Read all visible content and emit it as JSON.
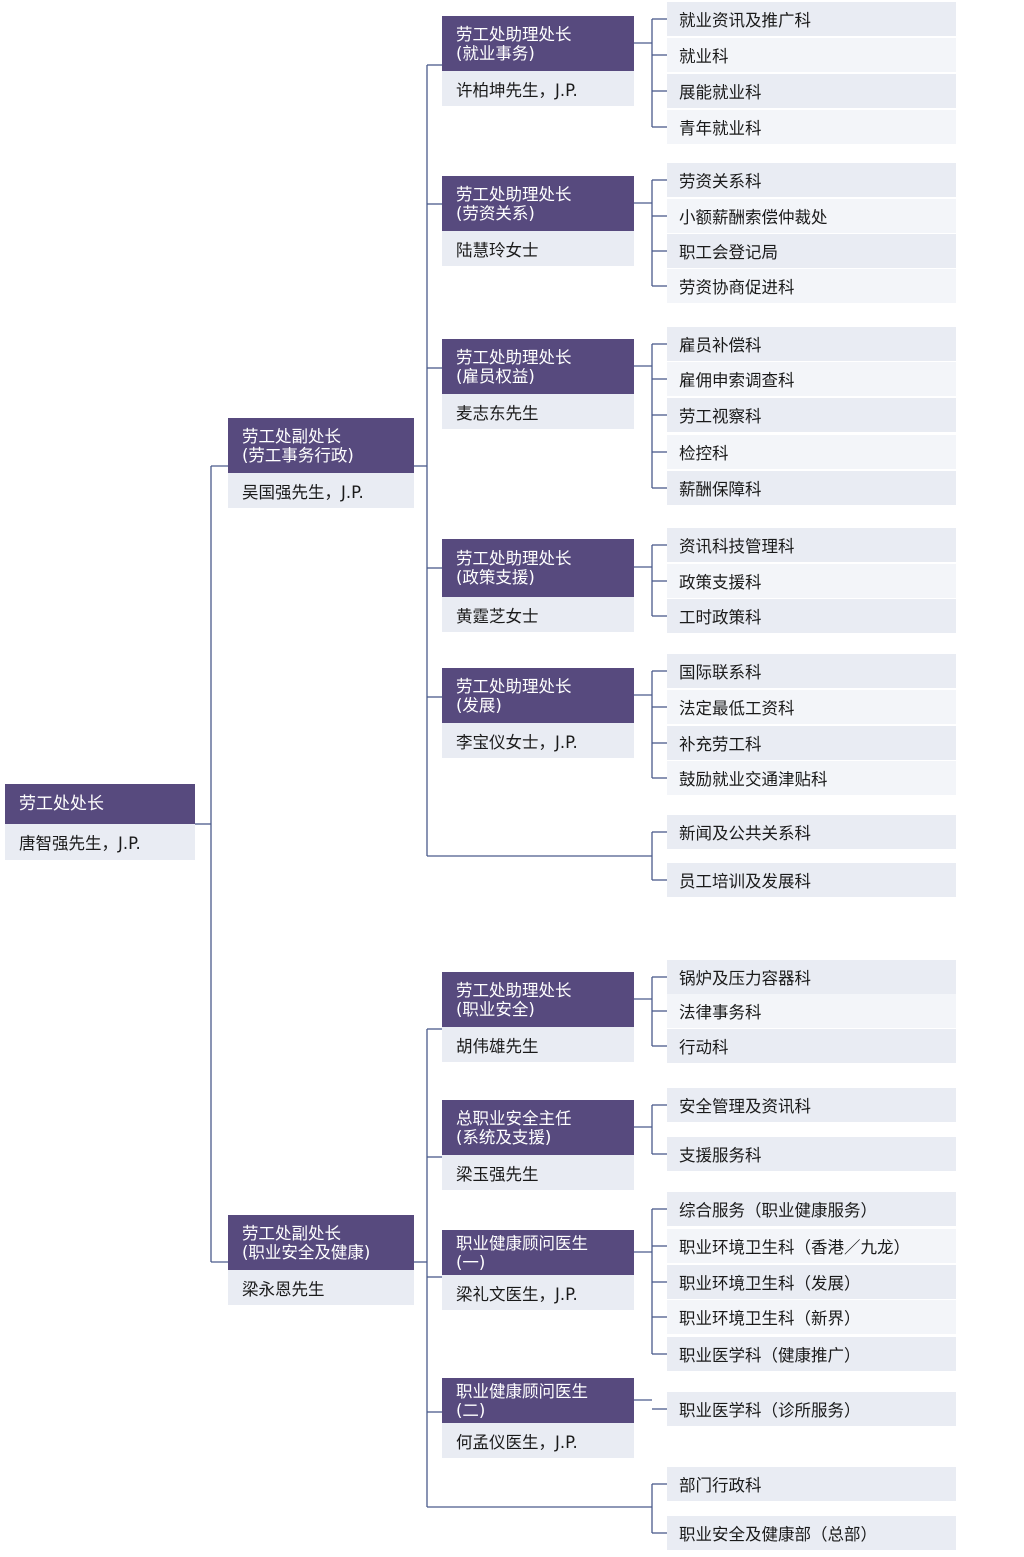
{
  "root": {
    "title": "劳工处处长",
    "name": "唐智强先生，J.P."
  },
  "deputies": [
    {
      "title": [
        "劳工处副处长",
        "(劳工事务行政)"
      ],
      "name": "吴国强先生，J.P."
    },
    {
      "title": [
        "劳工处副处长",
        "(职业安全及健康)"
      ],
      "name": "梁永恩先生"
    }
  ],
  "groups": [
    {
      "title": [
        "劳工处助理处长",
        "(就业事务)"
      ],
      "name": "许柏坤先生，J.P.",
      "sections": [
        "就业资讯及推广科",
        "就业科",
        "展能就业科",
        "青年就业科"
      ]
    },
    {
      "title": [
        "劳工处助理处长",
        "(劳资关系)"
      ],
      "name": "陆慧玲女士",
      "sections": [
        "劳资关系科",
        "小额薪酬索偿仲裁处",
        "职工会登记局",
        "劳资协商促进科"
      ]
    },
    {
      "title": [
        "劳工处助理处长",
        "(雇员权益)"
      ],
      "name": "麦志东先生",
      "sections": [
        "雇员补偿科",
        "雇佣申索调查科",
        "劳工视察科",
        "检控科",
        "薪酬保障科"
      ]
    },
    {
      "title": [
        "劳工处助理处长",
        "(政策支援)"
      ],
      "name": "黄霆芝女士",
      "sections": [
        "资讯科技管理科",
        "政策支援科",
        "工时政策科"
      ]
    },
    {
      "title": [
        "劳工处助理处长",
        "(发展)"
      ],
      "name": "李宝仪女士，J.P.",
      "sections": [
        "国际联系科",
        "法定最低工资科",
        "补充劳工科",
        "鼓励就业交通津贴科"
      ]
    },
    {
      "title": [
        "劳工处助理处长",
        "(职业安全)"
      ],
      "name": "胡伟雄先生",
      "sections": [
        "锅炉及压力容器科",
        "法律事务科",
        "行动科"
      ]
    },
    {
      "title": [
        "总职业安全主任",
        "(系统及支援)"
      ],
      "name": "梁玉强先生",
      "sections": [
        "安全管理及资讯科",
        "支援服务科"
      ]
    },
    {
      "title": [
        "职业健康顾问医生",
        "(一)"
      ],
      "name": "梁礼文医生，J.P.",
      "sections": [
        "综合服务（职业健康服务）",
        "职业环境卫生科（香港／九龙）",
        "职业环境卫生科（发展）",
        "职业环境卫生科（新界）",
        "职业医学科（健康推广）"
      ]
    },
    {
      "title": [
        "职业健康顾问医生",
        "(二)"
      ],
      "name": "何孟仪医生，J.P.",
      "sections": [
        "职业医学科（诊所服务）"
      ]
    }
  ],
  "direct_units": [
    [
      "新闻及公共关系科",
      "员工培训及发展科"
    ],
    [
      "部门行政科",
      "职业安全及健康部（总部）"
    ]
  ],
  "colors": {
    "header": "#574a7e",
    "name_bg": "#e9ecf3",
    "leaf_alt": "#f3f5f9",
    "line": "#4a5b8c"
  }
}
